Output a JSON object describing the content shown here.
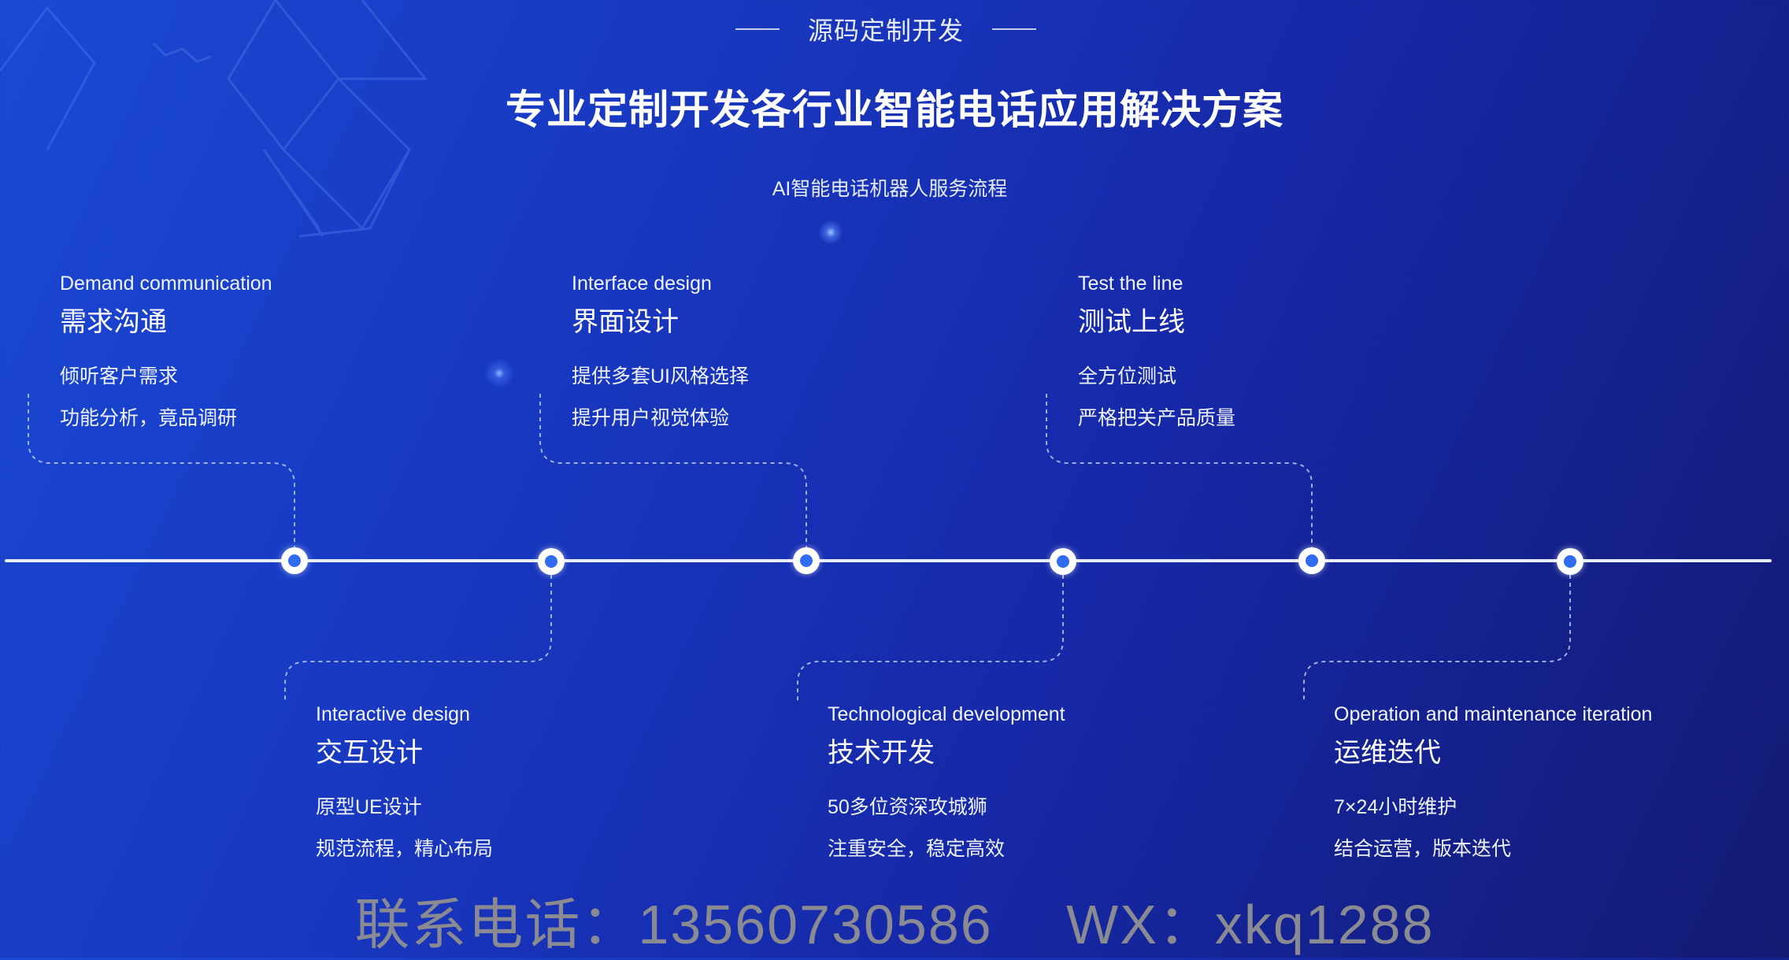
{
  "header": {
    "tag": "源码定制开发",
    "title": "专业定制开发各行业智能电话应用解决方案",
    "subtitle": "AI智能电话机器人服务流程"
  },
  "steps": [
    {
      "en": "Demand communication",
      "cn": "需求沟通",
      "d1": "倾听客户需求",
      "d2": "功能分析，竟品调研"
    },
    {
      "en": "Interactive design",
      "cn": "交互设计",
      "d1": "原型UE设计",
      "d2": "规范流程，精心布局"
    },
    {
      "en": "Interface design",
      "cn": "界面设计",
      "d1": "提供多套UI风格选择",
      "d2": "提升用户视觉体验"
    },
    {
      "en": "Technological development",
      "cn": "技术开发",
      "d1": "50多位资深攻城狮",
      "d2": "注重安全，稳定高效"
    },
    {
      "en": "Test the line",
      "cn": "测试上线",
      "d1": "全方位测试",
      "d2": "严格把关产品质量"
    },
    {
      "en": "Operation and maintenance iteration",
      "cn": "运维迭代",
      "d1": "7×24小时维护",
      "d2": "结合运营，版本迭代"
    }
  ],
  "contact": "联系电话：13560730586　 WX：xkq1288",
  "colors": {
    "bg_start": "#1a49d4",
    "bg_end": "#121a72",
    "node_inner": "#2f6cf2",
    "contact_text": "#8a8a93"
  }
}
